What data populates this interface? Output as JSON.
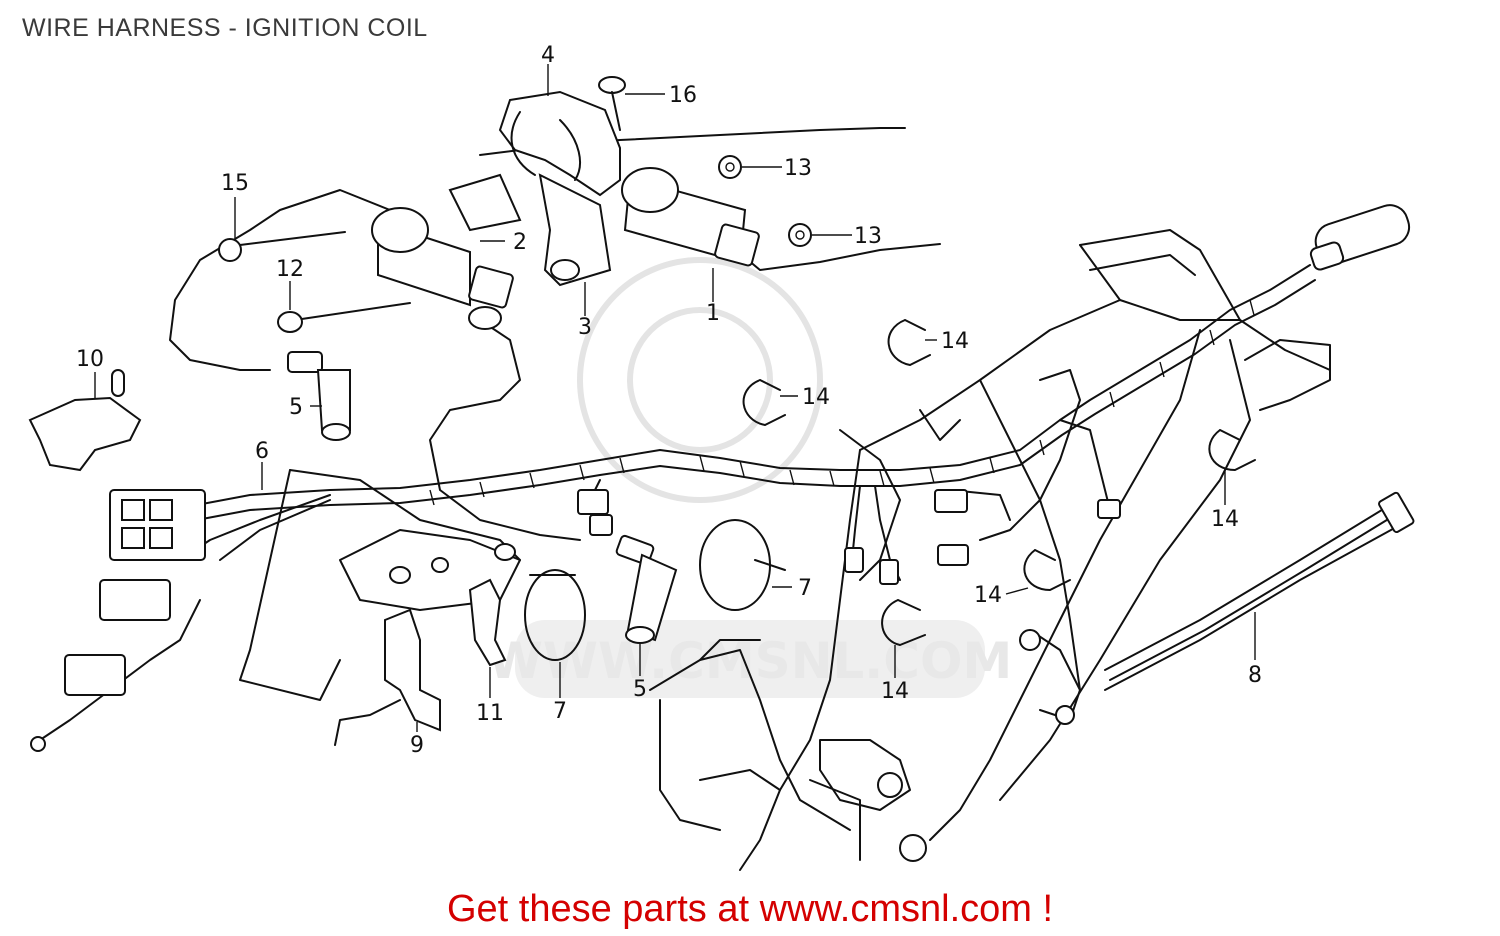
{
  "title": "WIRE HARNESS - IGNITION COIL",
  "footer": "Get these parts at www.cmsnl.com !",
  "watermark": "WWW.CMSNL.COM",
  "colors": {
    "footer": "#d40000",
    "title": "#3a3a3a",
    "line": "#111111",
    "watermark": "#e4e4e4"
  },
  "callouts": [
    {
      "id": "c4",
      "label": "4"
    },
    {
      "id": "c16",
      "label": "16"
    },
    {
      "id": "c13a",
      "label": "13"
    },
    {
      "id": "c13b",
      "label": "13"
    },
    {
      "id": "c15",
      "label": "15"
    },
    {
      "id": "c2",
      "label": "2"
    },
    {
      "id": "c3",
      "label": "3"
    },
    {
      "id": "c1",
      "label": "1"
    },
    {
      "id": "c12",
      "label": "12"
    },
    {
      "id": "c10",
      "label": "10"
    },
    {
      "id": "c5a",
      "label": "5"
    },
    {
      "id": "c14a",
      "label": "14"
    },
    {
      "id": "c14b",
      "label": "14"
    },
    {
      "id": "c6",
      "label": "6"
    },
    {
      "id": "c14c",
      "label": "14"
    },
    {
      "id": "c7a",
      "label": "7"
    },
    {
      "id": "c14d",
      "label": "14"
    },
    {
      "id": "c8",
      "label": "8"
    },
    {
      "id": "c14e",
      "label": "14"
    },
    {
      "id": "c11",
      "label": "11"
    },
    {
      "id": "c5b",
      "label": "5"
    },
    {
      "id": "c7b",
      "label": "7"
    },
    {
      "id": "c9",
      "label": "9"
    }
  ]
}
